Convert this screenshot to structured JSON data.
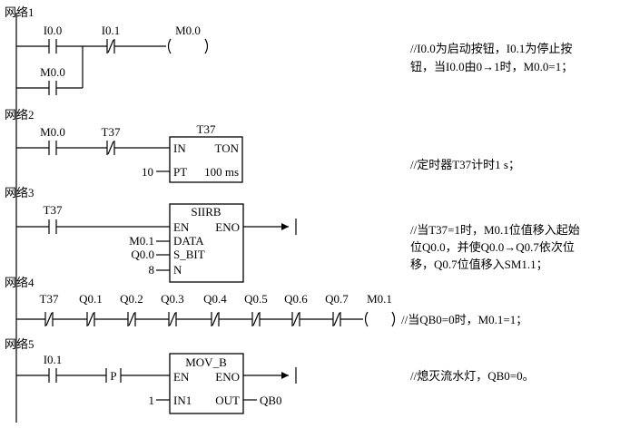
{
  "networks": {
    "n1": {
      "title": "网络1",
      "contact1": "I0.0",
      "contact2": "I0.1",
      "coil": "M0.0",
      "branch": "M0.0",
      "comment_line1": "//I0.0为启动按钮，I0.1为停止按",
      "comment_line2": "钮，当I0.0由0→1时，M0.0=1；"
    },
    "n2": {
      "title": "网络2",
      "contact1": "M0.0",
      "contact2": "T37",
      "box_name": "T37",
      "in_label": "IN",
      "type_label": "TON",
      "pt_value": "10",
      "pt_label": "PT",
      "pt_time": "100 ms",
      "comment": "//定时器T37计时1 s；"
    },
    "n3": {
      "title": "网络3",
      "contact1": "T37",
      "box_name": "SIIRB",
      "en_label": "EN",
      "eno_label": "ENO",
      "data_value": "M0.1",
      "data_label": "DATA",
      "sbit_value": "Q0.0",
      "sbit_label": "S_BIT",
      "n_value": "8",
      "n_label": "N",
      "comment_line1": "//当T37=1时，M0.1位值移入起始",
      "comment_line2": "位Q0.0，并使Q0.0→Q0.7依次位",
      "comment_line3": "移，Q0.7位值移入SM1.1；"
    },
    "n4": {
      "title": "网络4",
      "contacts": [
        "T37",
        "Q0.1",
        "Q0.2",
        "Q0.3",
        "Q0.4",
        "Q0.5",
        "Q0.6",
        "Q0.7"
      ],
      "coil": "M0.1",
      "comment": "//当QB0=0时，M0.1=1；"
    },
    "n5": {
      "title": "网络5",
      "contact1": "I0.1",
      "p_label": "P",
      "box_name": "MOV_B",
      "en_label": "EN",
      "eno_label": "ENO",
      "in_value": "1",
      "in_label": "IN1",
      "out_label": "OUT",
      "out_value": "QB0",
      "comment": "//熄灭流水灯，QB0=0。"
    }
  }
}
